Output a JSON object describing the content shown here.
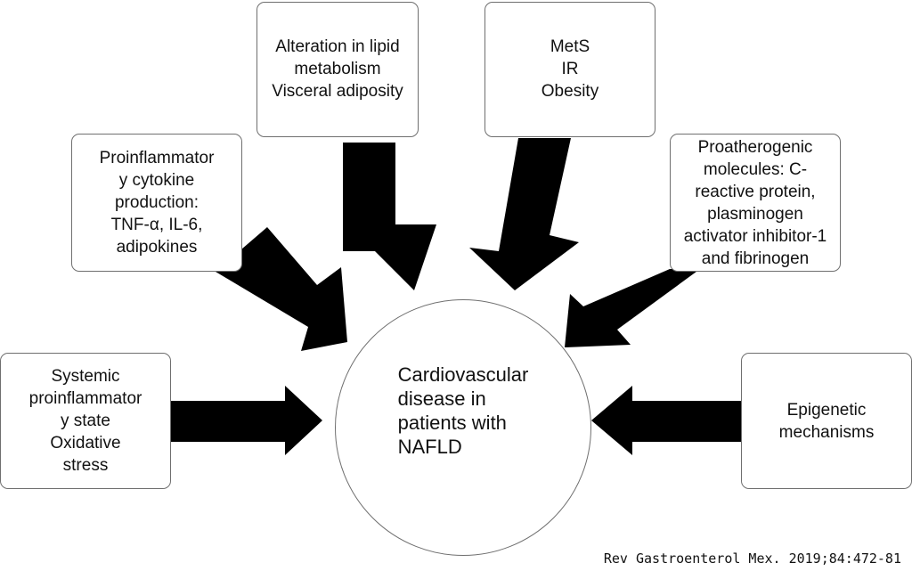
{
  "diagram": {
    "center": {
      "lines": [
        "Cardiovascular",
        "disease in",
        "patients with",
        "NAFLD"
      ]
    },
    "boxes": {
      "lipid": {
        "lines": [
          "Alteration in lipid",
          "metabolism",
          "Visceral adiposity"
        ]
      },
      "mets": {
        "lines": [
          "MetS",
          "IR",
          "Obesity"
        ]
      },
      "cytokine": {
        "lines": [
          "Proinflammator",
          "y cytokine",
          "production:",
          "TNF-α, IL-6,",
          "adipokines"
        ]
      },
      "proatherogenic": {
        "lines": [
          "Proatherogenic",
          "molecules: C-",
          "reactive protein,",
          "plasminogen",
          "activator inhibitor-1",
          "and fibrinogen"
        ]
      },
      "systemic": {
        "lines": [
          "Systemic",
          "proinflammator",
          "y state",
          "Oxidative",
          "stress"
        ]
      },
      "epigenetic": {
        "lines": [
          "Epigenetic",
          "mechanisms"
        ]
      }
    },
    "colors": {
      "arrow": "#000000",
      "border": "#6f6f6f"
    }
  },
  "citation": "Rev Gastroenterol Mex. 2019;84:472-81"
}
